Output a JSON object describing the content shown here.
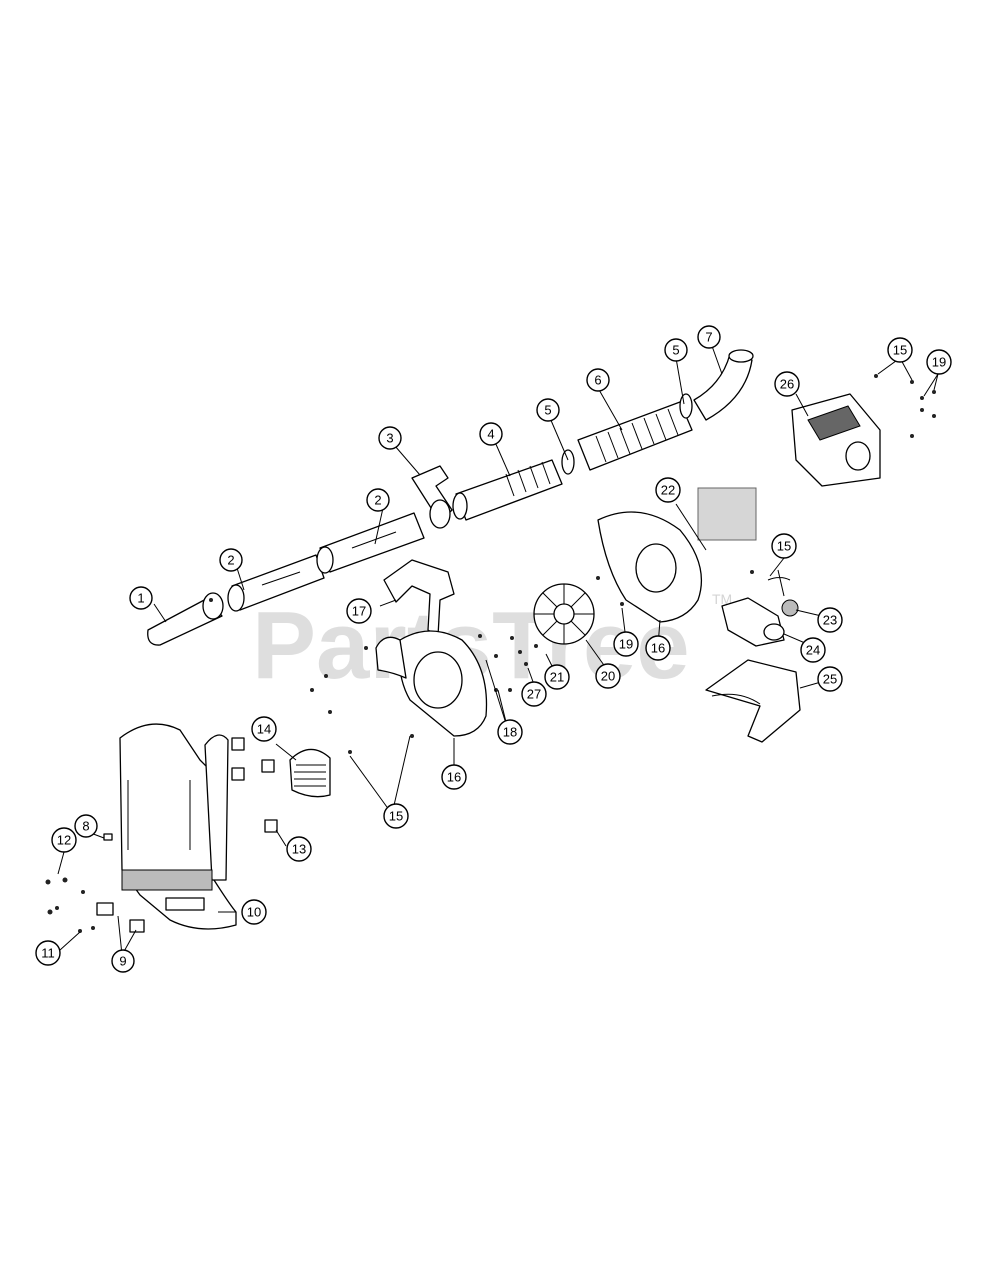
{
  "watermark": {
    "text": "PartsTree",
    "trademark": "TM"
  },
  "callouts": [
    {
      "id": "c1",
      "label": "1"
    },
    {
      "id": "c2a",
      "label": "2"
    },
    {
      "id": "c2b",
      "label": "2"
    },
    {
      "id": "c3",
      "label": "3"
    },
    {
      "id": "c4",
      "label": "4"
    },
    {
      "id": "c5a",
      "label": "5"
    },
    {
      "id": "c5b",
      "label": "5"
    },
    {
      "id": "c6",
      "label": "6"
    },
    {
      "id": "c7",
      "label": "7"
    },
    {
      "id": "c8",
      "label": "8"
    },
    {
      "id": "c9",
      "label": "9"
    },
    {
      "id": "c10",
      "label": "10"
    },
    {
      "id": "c11",
      "label": "11"
    },
    {
      "id": "c12",
      "label": "12"
    },
    {
      "id": "c13",
      "label": "13"
    },
    {
      "id": "c14",
      "label": "14"
    },
    {
      "id": "c15a",
      "label": "15"
    },
    {
      "id": "c15b",
      "label": "15"
    },
    {
      "id": "c15c",
      "label": "15"
    },
    {
      "id": "c16a",
      "label": "16"
    },
    {
      "id": "c16b",
      "label": "16"
    },
    {
      "id": "c17",
      "label": "17"
    },
    {
      "id": "c18",
      "label": "18"
    },
    {
      "id": "c19a",
      "label": "19"
    },
    {
      "id": "c19b",
      "label": "19"
    },
    {
      "id": "c20",
      "label": "20"
    },
    {
      "id": "c21",
      "label": "21"
    },
    {
      "id": "c22",
      "label": "22"
    },
    {
      "id": "c23",
      "label": "23"
    },
    {
      "id": "c24",
      "label": "24"
    },
    {
      "id": "c25",
      "label": "25"
    },
    {
      "id": "c26",
      "label": "26"
    },
    {
      "id": "c27",
      "label": "27"
    }
  ]
}
